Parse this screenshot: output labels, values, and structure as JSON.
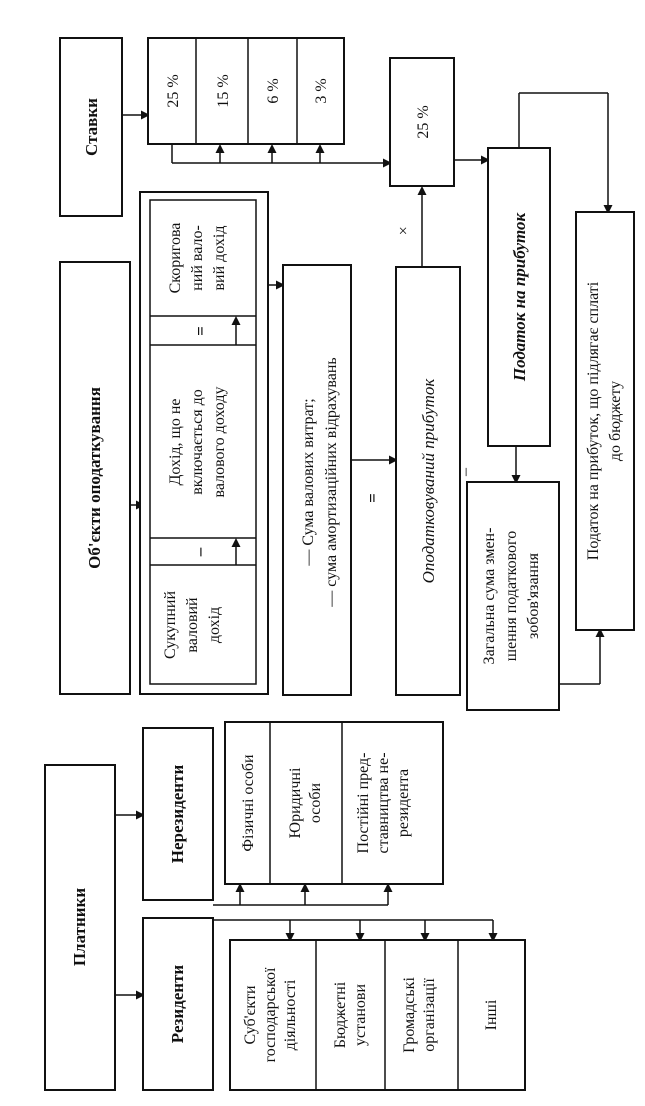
{
  "payers": {
    "title": "Платники",
    "residents": {
      "title": "Резиденти",
      "items": [
        "Суб'єкти господарської діяльності",
        "Бюджетні установи",
        "Громадські організації",
        "Інші"
      ]
    },
    "nonresidents": {
      "title": "Нерезиденти",
      "items": [
        "Фізичні особи",
        "Юридичні особи",
        "Постійні представництва нерезидента"
      ]
    }
  },
  "objects": {
    "title": "Об'єкти оподаткування",
    "formula": {
      "gross_income": "Сукупний валовий дохід",
      "minus": "–",
      "excluded_income": "Дохід, що не включається до валового доходу",
      "equals": "=",
      "adjusted_income": "Скоригований валовий дохід"
    },
    "deductions": [
      "— Сума валових витрат;",
      "— сума амортизаційних відрахувань"
    ],
    "equals_sign": "=",
    "taxable_profit": "Оподатковуваний прибуток",
    "times_sign": "×"
  },
  "rates": {
    "title": "Ставки",
    "values": [
      "25 %",
      "15 %",
      "6 %",
      "3 %"
    ],
    "applied_rate": "25 %"
  },
  "tax": {
    "profit_tax": "Податок на прибуток",
    "minus_sign": "–",
    "reduction": "Загальна сума зменшення податкового зобов'язання",
    "payable": "Податок на прибуток, що підлягає сплаті до бюджету"
  }
}
